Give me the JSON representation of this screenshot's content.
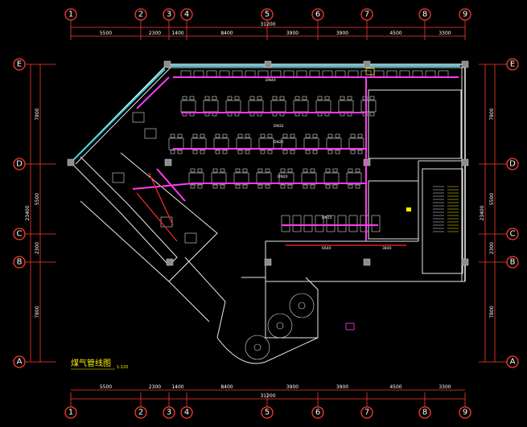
{
  "drawing": {
    "title": "煤气管线图",
    "scale": "1:120"
  },
  "axes": {
    "columns": [
      "1",
      "2",
      "3",
      "4",
      "5",
      "6",
      "7",
      "8",
      "9"
    ],
    "rows": [
      "E",
      "D",
      "C",
      "B",
      "A"
    ]
  },
  "dimensions": {
    "top_total": "31200",
    "bottom_total": "31200",
    "top_segments": [
      "5500",
      "2300",
      "1400",
      "8400",
      "3900",
      "3900",
      "4500",
      "3300"
    ],
    "bottom_segments": [
      "5500",
      "2300",
      "1400",
      "8400",
      "3900",
      "3900",
      "4500",
      "3300"
    ],
    "left_total": "23400",
    "right_total": "23400",
    "left_segments": [
      "7800",
      "5500",
      "2300",
      "7800"
    ],
    "right_segments": [
      "7800",
      "5500",
      "2300",
      "7800"
    ]
  },
  "pipe_labels": [
    "DN40",
    "DN32",
    "DN25",
    "DN20",
    "DN15",
    "6640",
    "3840"
  ],
  "colors": {
    "background": "#000000",
    "grid_bubble": "#ff3b2f",
    "gas_pipe": "#ff3cf0",
    "glass_wall": "#35d6e8",
    "title": "#ffee00"
  }
}
